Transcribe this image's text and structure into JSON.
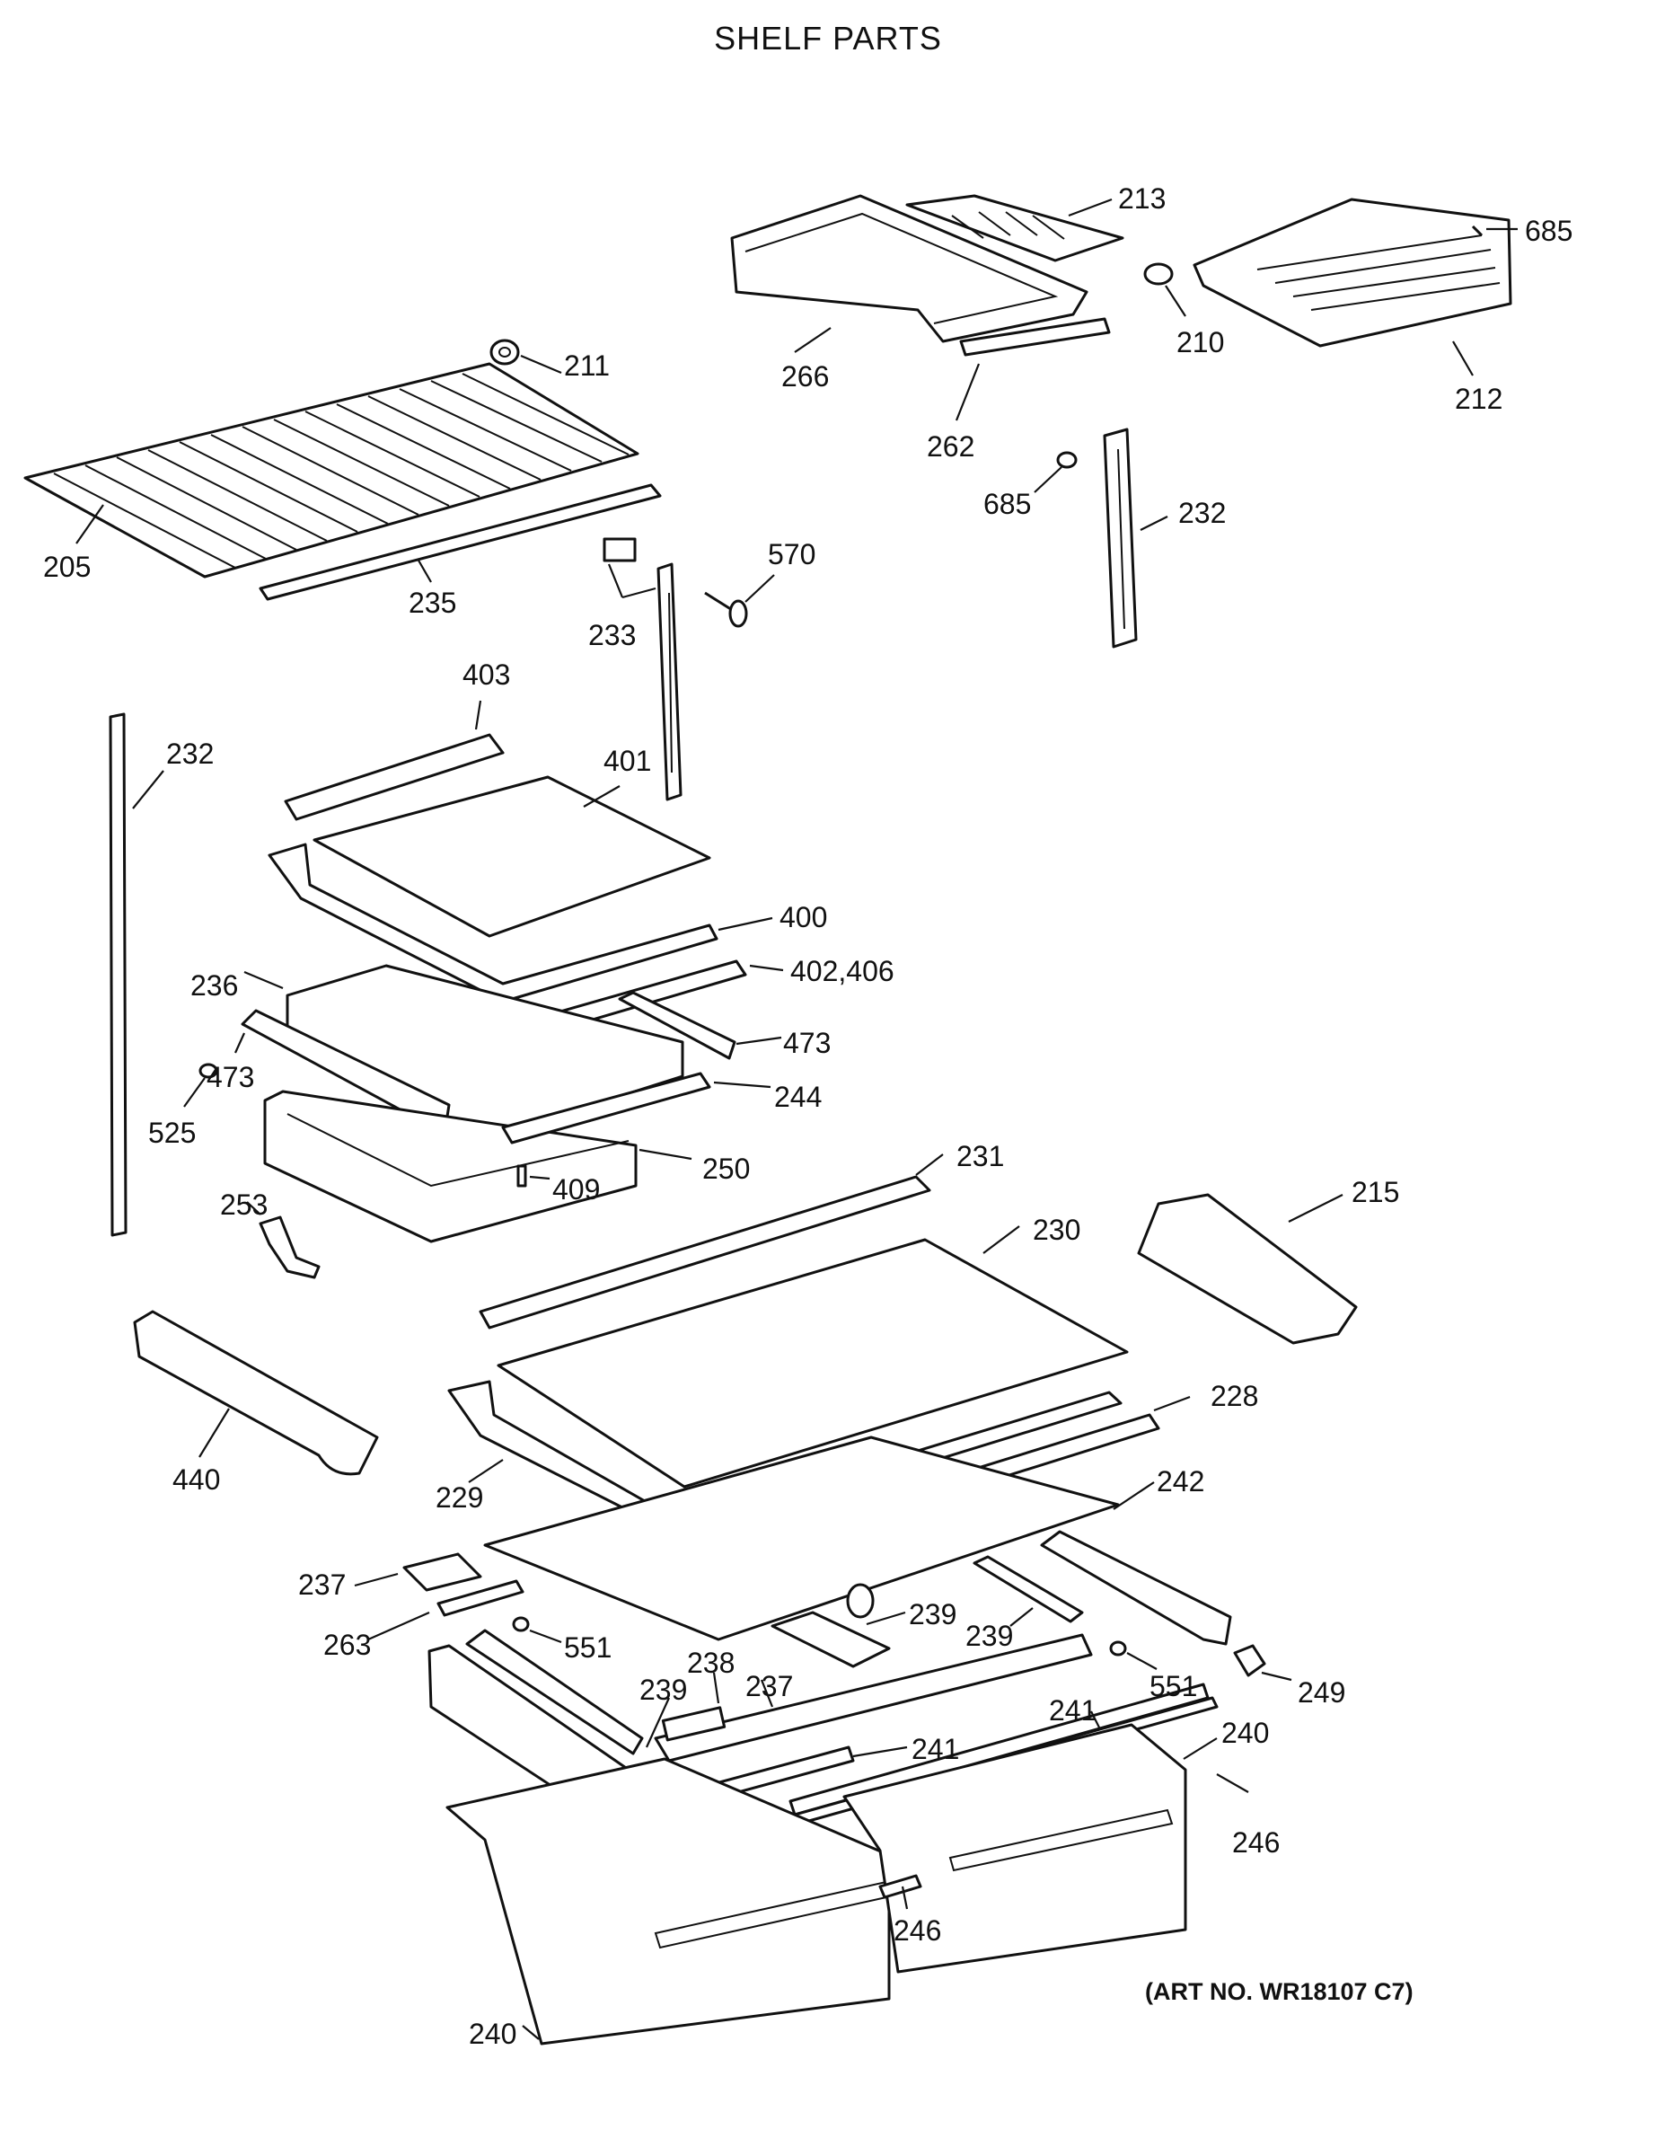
{
  "title": "SHELF PARTS",
  "art_number": "(ART NO. WR18107 C7)",
  "labels": [
    {
      "id": "211a",
      "text": "211"
    },
    {
      "id": "205a",
      "text": "205"
    },
    {
      "id": "235a",
      "text": "235"
    },
    {
      "id": "233a",
      "text": "233"
    },
    {
      "id": "570a",
      "text": "570"
    },
    {
      "id": "213a",
      "text": "213"
    },
    {
      "id": "266a",
      "text": "266"
    },
    {
      "id": "262a",
      "text": "262"
    },
    {
      "id": "210a",
      "text": "210"
    },
    {
      "id": "685a",
      "text": "685"
    },
    {
      "id": "212a",
      "text": "212"
    },
    {
      "id": "685b",
      "text": "685"
    },
    {
      "id": "232a",
      "text": "232"
    },
    {
      "id": "403a",
      "text": "403"
    },
    {
      "id": "401a",
      "text": "401"
    },
    {
      "id": "232b",
      "text": "232"
    },
    {
      "id": "400a",
      "text": "400"
    },
    {
      "id": "402a",
      "text": "402,406"
    },
    {
      "id": "236a",
      "text": "236"
    },
    {
      "id": "473a",
      "text": "473"
    },
    {
      "id": "473b",
      "text": "473"
    },
    {
      "id": "525a",
      "text": "525"
    },
    {
      "id": "244a",
      "text": "244"
    },
    {
      "id": "250a",
      "text": "250"
    },
    {
      "id": "409a",
      "text": "409"
    },
    {
      "id": "253a",
      "text": "253"
    },
    {
      "id": "231a",
      "text": "231"
    },
    {
      "id": "230a",
      "text": "230"
    },
    {
      "id": "215a",
      "text": "215"
    },
    {
      "id": "440a",
      "text": "440"
    },
    {
      "id": "228a",
      "text": "228"
    },
    {
      "id": "229a",
      "text": "229"
    },
    {
      "id": "242a",
      "text": "242"
    },
    {
      "id": "237a",
      "text": "237"
    },
    {
      "id": "263a",
      "text": "263"
    },
    {
      "id": "551a",
      "text": "551"
    },
    {
      "id": "239a",
      "text": "239"
    },
    {
      "id": "239b",
      "text": "239"
    },
    {
      "id": "238a",
      "text": "238"
    },
    {
      "id": "237b",
      "text": "237"
    },
    {
      "id": "239c",
      "text": "239"
    },
    {
      "id": "551b",
      "text": "551"
    },
    {
      "id": "249a",
      "text": "249"
    },
    {
      "id": "241a",
      "text": "241"
    },
    {
      "id": "241b",
      "text": "241"
    },
    {
      "id": "240a",
      "text": "240"
    },
    {
      "id": "246a",
      "text": "246"
    },
    {
      "id": "246b",
      "text": "246"
    },
    {
      "id": "240b",
      "text": "240"
    }
  ]
}
